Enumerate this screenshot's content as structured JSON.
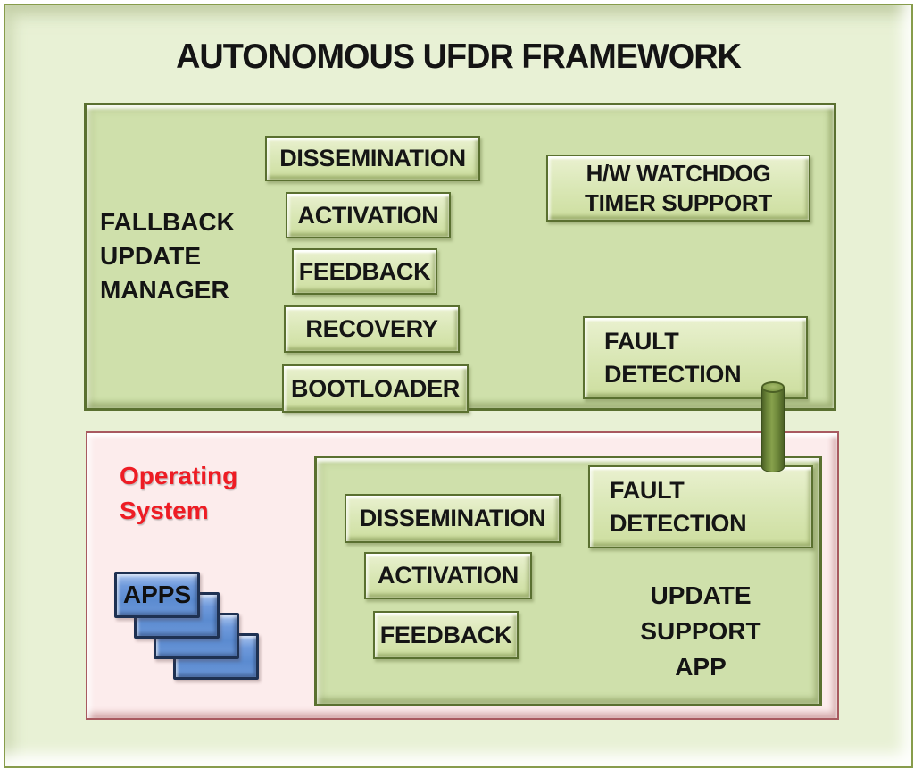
{
  "title": "AUTONOMOUS UFDR FRAMEWORK",
  "colors": {
    "frame_fill": "#e8f1d5",
    "container_green_fill": "#cfe0ab",
    "module_border_green": "#5a7030",
    "os_pink_fill": "#fcecec",
    "os_pink_border": "#a85a60",
    "os_red_text": "#ee1c24",
    "apps_blue_fill": "#5b8bd0",
    "apps_blue_border": "#1e3152",
    "connector_green": "#7b9443",
    "text_black": "#161616"
  },
  "fallback_manager": {
    "label_lines": [
      "FALLBACK",
      "UPDATE",
      "MANAGER"
    ],
    "modules": [
      "DISSEMINATION",
      "ACTIVATION",
      "FEEDBACK",
      "RECOVERY",
      "BOOTLOADER"
    ],
    "watchdog": {
      "lines": [
        "H/W WATCHDOG",
        "TIMER SUPPORT"
      ]
    },
    "fault_detection": {
      "lines": [
        "FAULT",
        "DETECTION"
      ]
    }
  },
  "operating_system": {
    "label_lines": [
      "Operating",
      "System"
    ],
    "apps_label": "APPS"
  },
  "update_support_app": {
    "label_lines": [
      "UPDATE",
      "SUPPORT",
      "APP"
    ],
    "modules": [
      "DISSEMINATION",
      "ACTIVATION",
      "FEEDBACK"
    ],
    "fault_detection": {
      "lines": [
        "FAULT",
        "DETECTION"
      ]
    }
  }
}
